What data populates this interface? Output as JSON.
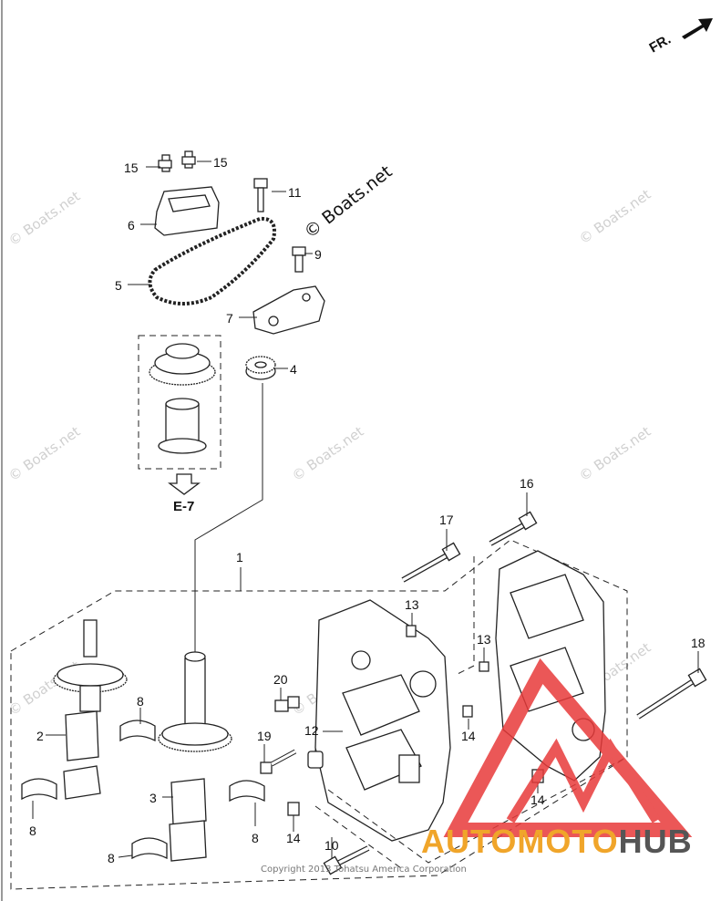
{
  "direction_label": "FR.",
  "ref_label": "E-7",
  "watermark": "© Boats.net",
  "copyright": "Copyright 2013 Tohatsu America Corporation",
  "brand": {
    "part1": "AUTOMOTO",
    "part2": "HUB",
    "accent": "#f0a52a",
    "logo_red": "#e83a3a"
  },
  "callouts": {
    "c1": "1",
    "c2": "2",
    "c3": "3",
    "c4": "4",
    "c5": "5",
    "c6": "6",
    "c7": "7",
    "c8a": "8",
    "c8b": "8",
    "c8c": "8",
    "c8d": "8",
    "c9": "9",
    "c10": "10",
    "c11": "11",
    "c12": "12",
    "c13a": "13",
    "c13b": "13",
    "c14a": "14",
    "c14b": "14",
    "c14c": "14",
    "c15a": "15",
    "c15b": "15",
    "c16": "16",
    "c17": "17",
    "c18": "18",
    "c19": "19",
    "c20": "20"
  }
}
